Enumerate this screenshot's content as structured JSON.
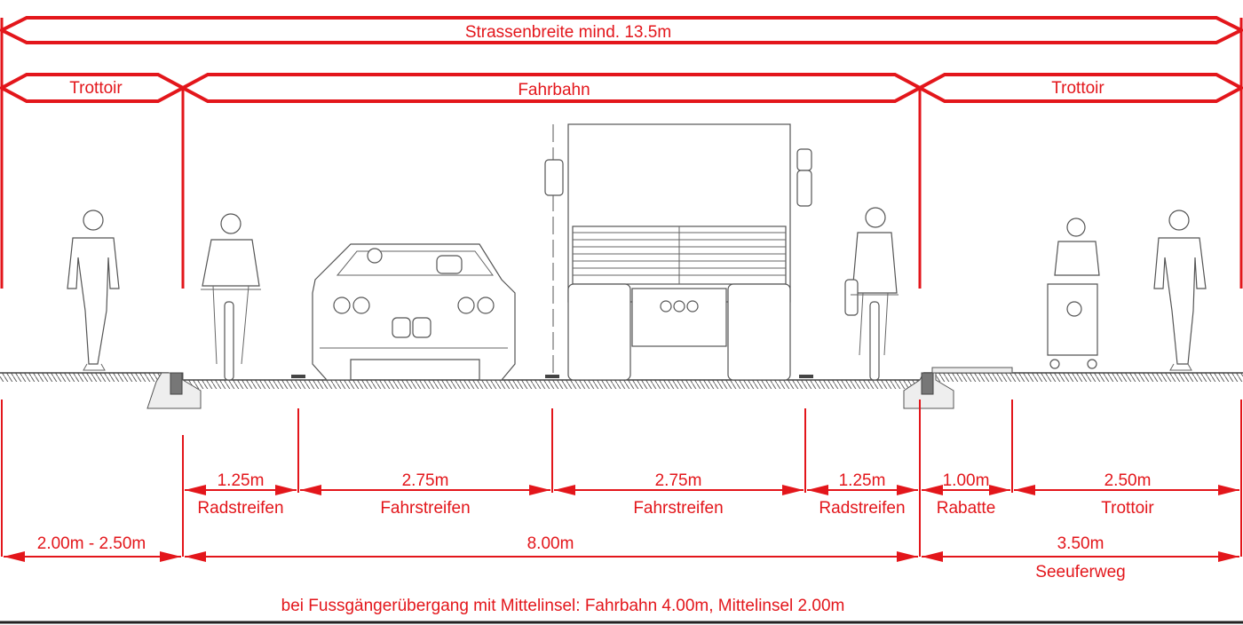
{
  "title": "Strassenbreite mind. 13.5m",
  "top_sections": [
    {
      "label": "Trottoir"
    },
    {
      "label": "Fahrbahn"
    },
    {
      "label": "Trottoir"
    }
  ],
  "lanes": [
    {
      "width": "1.25m",
      "name": "Radstreifen"
    },
    {
      "width": "2.75m",
      "name": "Fahrstreifen"
    },
    {
      "width": "2.75m",
      "name": "Fahrstreifen"
    },
    {
      "width": "1.25m",
      "name": "Radstreifen"
    },
    {
      "width": "1.00m",
      "name": "Rabatte"
    },
    {
      "width": "2.50m",
      "name": "Trottoir"
    }
  ],
  "totals": [
    {
      "width": "2.00m - 2.50m"
    },
    {
      "width": "8.00m"
    },
    {
      "width": "3.50m",
      "name": "Seeuferweg"
    }
  ],
  "note": "bei Fussgängerübergang mit Mittelinsel: Fahrbahn 4.00m, Mittelinsel 2.00m",
  "colors": {
    "accent": "#e3161b",
    "drawing": "#555555"
  }
}
